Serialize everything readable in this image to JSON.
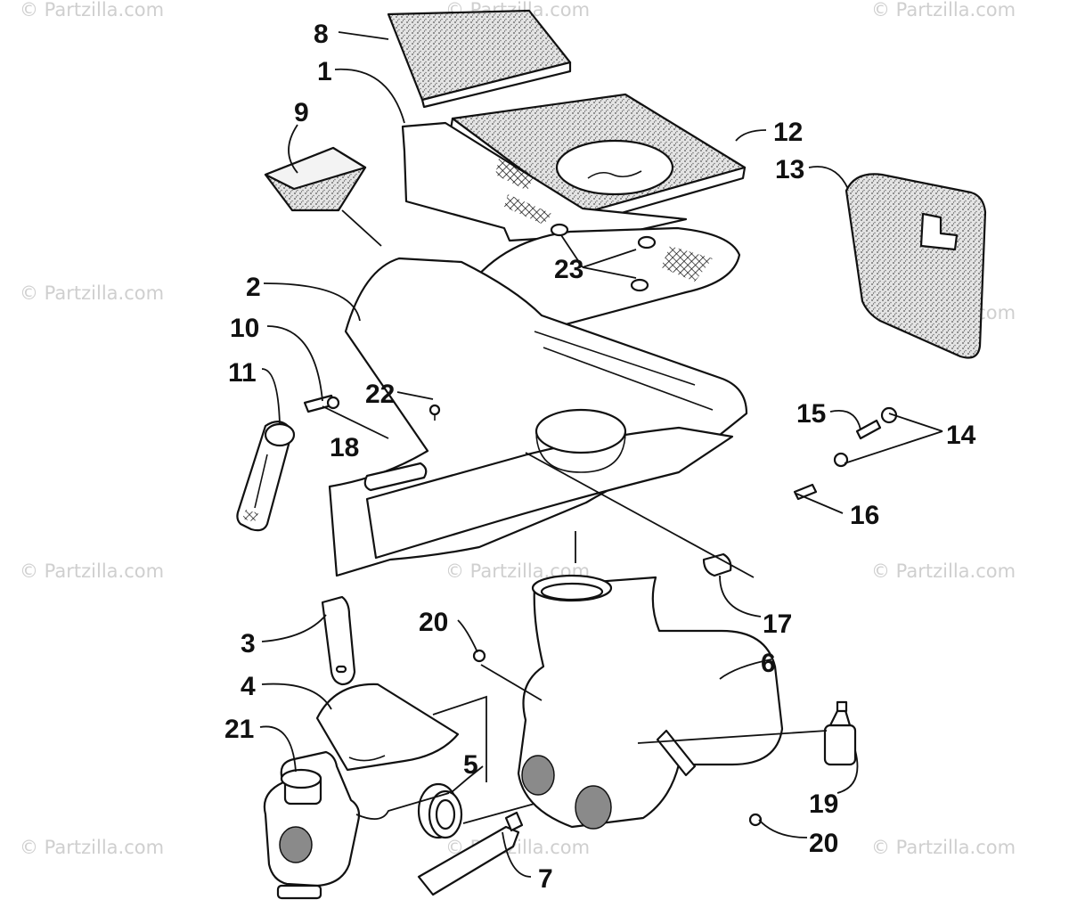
{
  "watermark": "© Partzilla.com",
  "callouts": {
    "p1": "1",
    "p2": "2",
    "p3": "3",
    "p4": "4",
    "p5": "5",
    "p6": "6",
    "p7": "7",
    "p8": "8",
    "p9": "9",
    "p10": "10",
    "p11": "11",
    "p12": "12",
    "p13": "13",
    "p14": "14",
    "p15": "15",
    "p16": "16",
    "p17": "17",
    "p18": "18",
    "p19": "19",
    "p20a": "20",
    "p20b": "20",
    "p21": "21",
    "p22": "22",
    "p23": "23"
  },
  "colors": {
    "line": "#111111",
    "watermark": "#cfcfcf",
    "background": "#ffffff"
  }
}
